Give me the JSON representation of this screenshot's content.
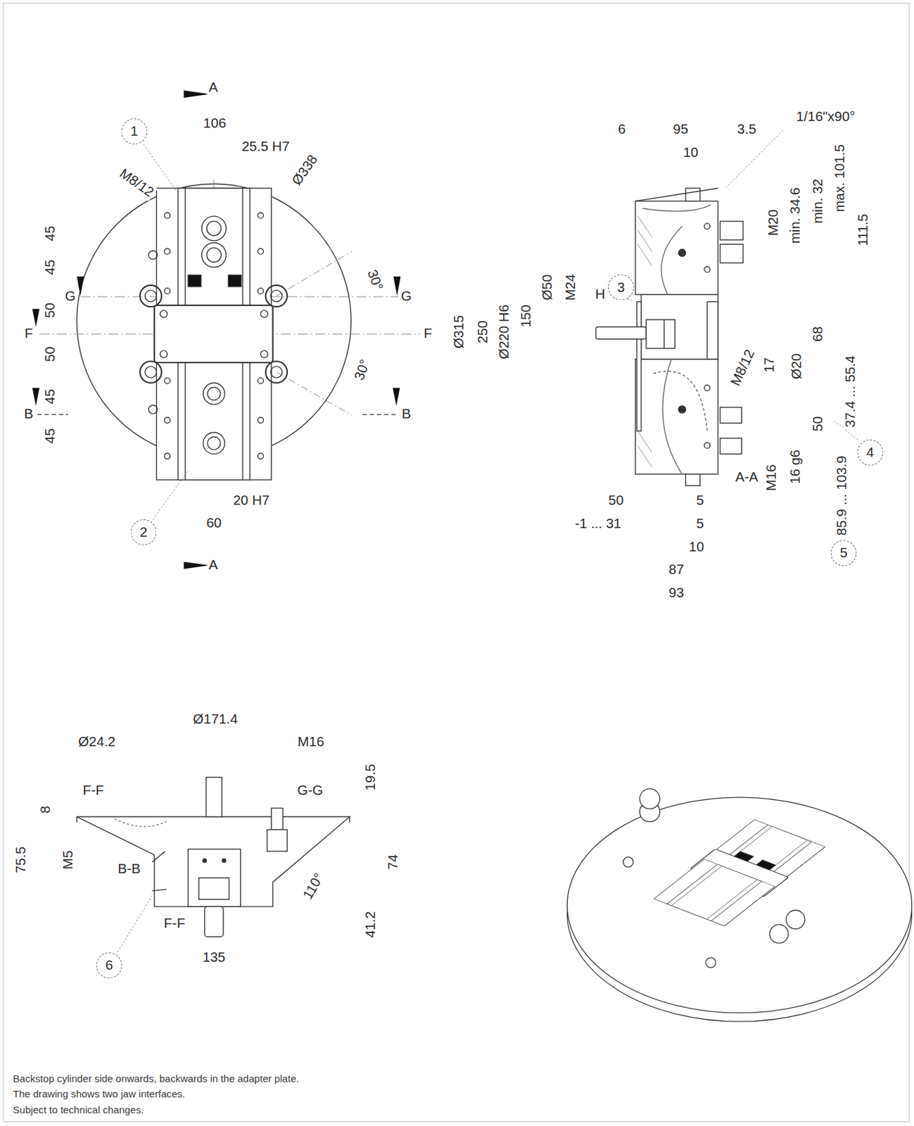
{
  "diagram": {
    "nodes": [
      {
        "text": [
          "1"
        ]
      },
      {
        "text": [
          "2"
        ]
      },
      {
        "text": [
          "3"
        ]
      },
      {
        "text": [
          "4"
        ]
      },
      {
        "text": [
          "5"
        ]
      },
      {
        "text": [
          "6"
        ]
      }
    ],
    "labels": [
      "A",
      "106",
      "25.5 H7",
      "Ø338",
      "M8/12",
      "45",
      "45",
      "G",
      "G",
      "30°",
      "50",
      "F",
      "F",
      "50",
      "30°",
      "B",
      "B",
      "45",
      "45",
      "20 H7",
      "60",
      "A",
      "6",
      "95",
      "3.5",
      "1/16\"x90°",
      "10",
      "M20",
      "min. 34.6",
      "min. 32",
      "max. 101.5",
      "111.5",
      "Ø315",
      "250",
      "Ø220 H6",
      "150",
      "Ø50",
      "M24",
      "H",
      "M8/12",
      "17",
      "Ø20",
      "68",
      "50",
      "37.4 ... 55.4",
      "A-A",
      "M16",
      "16 g6",
      "85.9 ... 103.9",
      "50",
      "5",
      "-1 ... 31",
      "5",
      "10",
      "87",
      "93",
      "Ø171.4",
      "Ø24.2",
      "M16",
      "F-F",
      "G-G",
      "19.5",
      "8",
      "75.5",
      "M5",
      "B-B",
      "110°",
      "74",
      "F-F",
      "41.2",
      "135",
      "Backstop cylinder side onwards, backwards in the adapter plate.",
      "The drawing shows two jaw interfaces.",
      "Subject to technical changes."
    ]
  }
}
